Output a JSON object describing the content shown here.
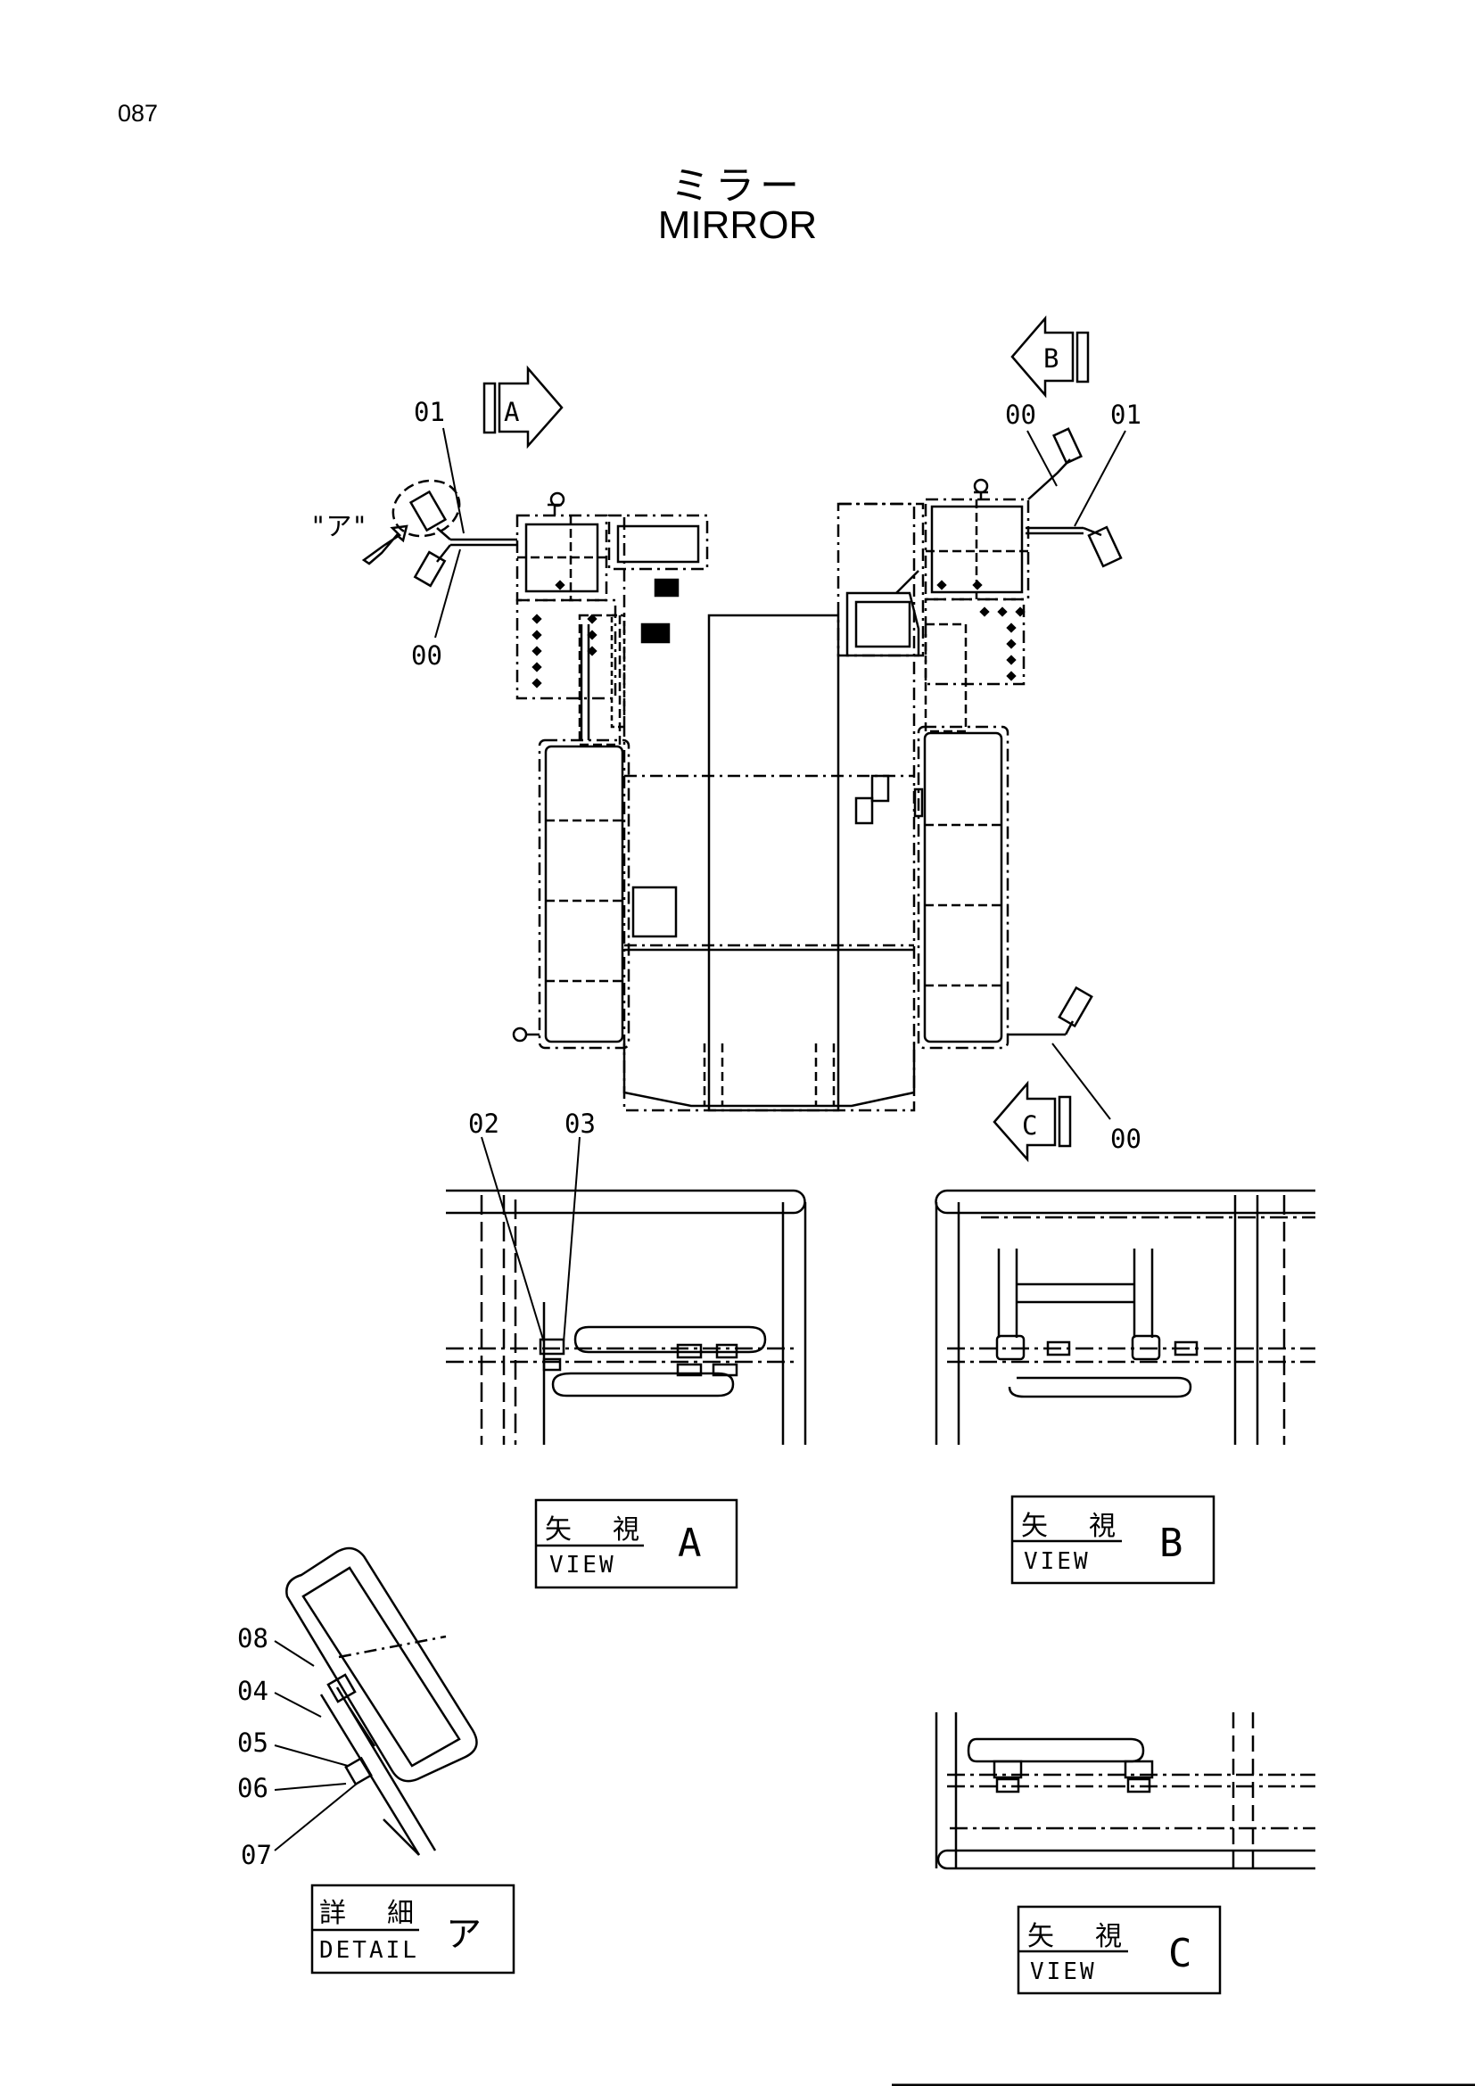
{
  "page_number": "087",
  "title": {
    "jp": "ミラー",
    "en": "MIRROR"
  },
  "view_arrows": {
    "a": "A",
    "b": "B",
    "c": "C"
  },
  "callouts": {
    "top_left_01": "01",
    "top_left_00": "00",
    "top_right_00": "00",
    "top_right_01": "01",
    "bottom_right_00": "00",
    "view_a_02": "02",
    "view_a_03": "03",
    "detail_08": "08",
    "detail_04": "04",
    "detail_05": "05",
    "detail_06": "06",
    "detail_07": "07"
  },
  "detail_marker": "\"ア\"",
  "captions": {
    "view_a": {
      "jp": "矢 視",
      "en": "VIEW",
      "letter": "A"
    },
    "view_b": {
      "jp": "矢 視",
      "en": "VIEW",
      "letter": "B"
    },
    "view_c": {
      "jp": "矢 視",
      "en": "VIEW",
      "letter": "C"
    },
    "detail": {
      "jp": "詳 細",
      "en": "DETAIL",
      "letter": "ア"
    }
  }
}
